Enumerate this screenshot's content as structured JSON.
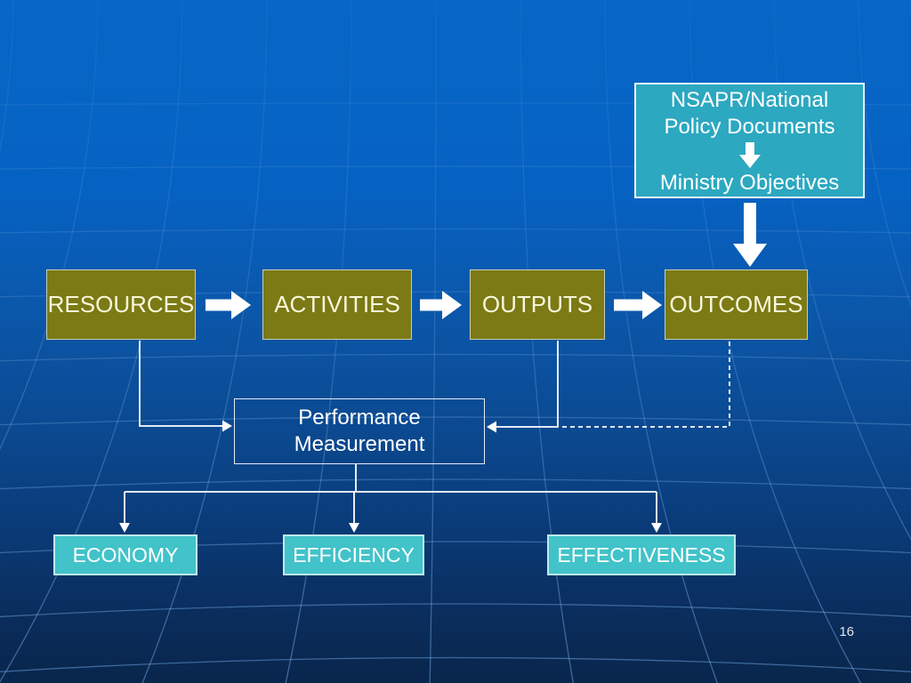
{
  "slide": {
    "page_number": "16"
  },
  "colors": {
    "background_top": "#0667C7",
    "background_bottom": "#09264C",
    "olive_box_fill": "#7B7A15",
    "olive_box_text": "#F8F7DC",
    "policy_box_fill": "#2CA8C0",
    "result_box_fill": "#41C3C9",
    "result_box_border": "#BDEBED",
    "connector": "#FFFFFF"
  },
  "policy_box": {
    "top_text": "NSAPR/National Policy Documents",
    "bottom_text": "Ministry Objectives"
  },
  "flow_boxes": [
    {
      "label": "RESOURCES"
    },
    {
      "label": "ACTIVITIES"
    },
    {
      "label": "OUTPUTS"
    },
    {
      "label": "OUTCOMES"
    }
  ],
  "measurement_box": {
    "label": "Performance Measurement"
  },
  "result_boxes": [
    {
      "label": "ECONOMY"
    },
    {
      "label": "EFFICIENCY"
    },
    {
      "label": "EFFECTIVENESS"
    }
  ],
  "icons": {
    "down_arrow": "block down arrow",
    "flow_arrow": "block right arrow"
  }
}
